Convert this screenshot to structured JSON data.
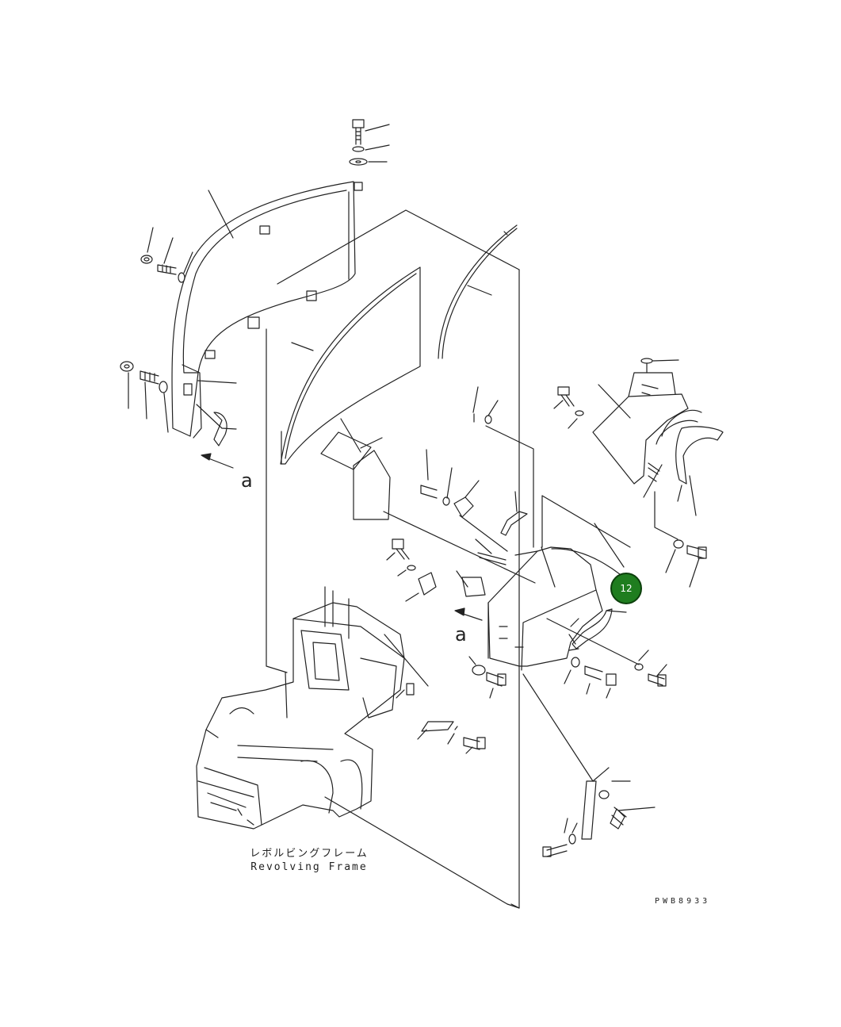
{
  "diagram": {
    "view_label_1": "a",
    "view_label_2": "a",
    "caption_jp": "レボルビングフレーム",
    "caption_en": "Revolving Frame",
    "drawing_code": "PWB8933",
    "highlighted_callout": "12",
    "callout_color": "#1f7d1f"
  }
}
